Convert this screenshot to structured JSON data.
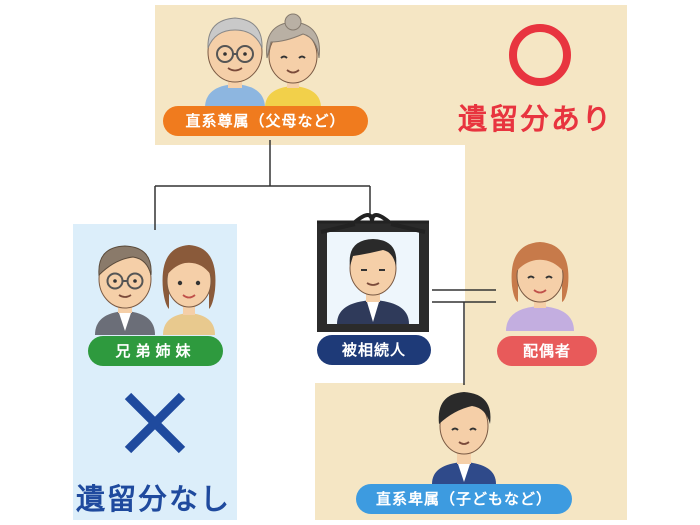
{
  "labels": {
    "ascendants": "直系尊属（父母など）",
    "siblings": "兄弟姉妹",
    "deceased": "被相続人",
    "spouse": "配偶者",
    "descendants": "直系卑属（子どもなど）"
  },
  "status": {
    "has_reserve": "遺留分あり",
    "no_reserve": "遺留分なし"
  },
  "colors": {
    "beige_zone": "#f5e6c4",
    "blue_zone": "#dceefa",
    "orange": "#f07b1e",
    "green": "#2e9a3e",
    "navy": "#1e3a78",
    "coral": "#e85a5a",
    "sky": "#3d9be0",
    "red": "#e8343f",
    "dark_blue": "#1f4a9e"
  },
  "icons": {
    "has_reserve_mark": "circle-mark-icon",
    "no_reserve_mark": "cross-mark-icon"
  }
}
